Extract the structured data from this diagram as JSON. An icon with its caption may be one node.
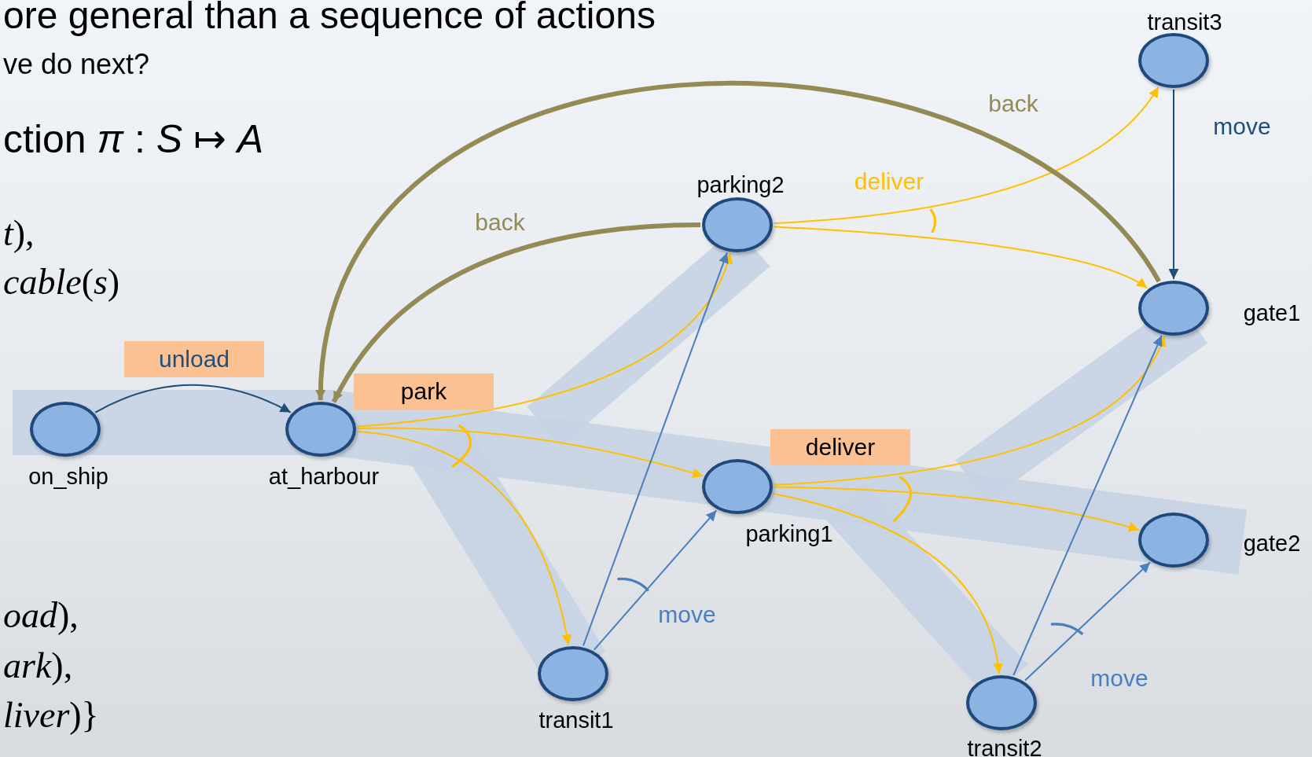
{
  "diagram": {
    "nodes": [
      {
        "text": [
          "on_ship"
        ]
      },
      {
        "text": [
          "at_harbour"
        ]
      },
      {
        "text": [
          "parking2"
        ]
      },
      {
        "text": [
          "parking1"
        ]
      },
      {
        "text": [
          "transit1"
        ]
      },
      {
        "text": [
          "transit2"
        ]
      },
      {
        "text": [
          "transit3"
        ]
      },
      {
        "text": [
          "gate1"
        ]
      },
      {
        "text": [
          "gate2"
        ]
      }
    ],
    "edges": [
      {
        "from": 0,
        "to": 1,
        "arrow": "to",
        "label": "unload",
        "color": "#1f4e79"
      },
      {
        "from": 1,
        "to": 2,
        "arrow": "to"
      },
      {
        "from": 1,
        "to": 3,
        "arrow": "to",
        "label": "park"
      },
      {
        "from": 1,
        "to": 4,
        "arrow": "to"
      },
      {
        "from": 4,
        "to": 2,
        "arrow": "to",
        "color": "#4a7ebf"
      },
      {
        "from": 4,
        "to": 3,
        "arrow": "to",
        "label": "move",
        "color": "#4a7ebf"
      },
      {
        "from": 2,
        "to": 6,
        "arrow": "to",
        "label": "deliver"
      },
      {
        "from": 2,
        "to": 7,
        "arrow": "to"
      },
      {
        "from": 2,
        "to": 1,
        "arrow": "to",
        "label": "back",
        "style": "thick",
        "color": "#948a54"
      },
      {
        "from": 7,
        "to": 1,
        "arrow": "to",
        "label": "back",
        "style": "thick",
        "color": "#948a54"
      },
      {
        "from": 6,
        "to": 7,
        "arrow": "to",
        "label": "move",
        "color": "#1f4e79"
      },
      {
        "from": 3,
        "to": 7,
        "arrow": "to"
      },
      {
        "from": 3,
        "to": 8,
        "arrow": "to",
        "label": "deliver"
      },
      {
        "from": 3,
        "to": 5,
        "arrow": "to"
      },
      {
        "from": 5,
        "to": 7,
        "arrow": "to",
        "color": "#4a7ebf"
      },
      {
        "from": 5,
        "to": 8,
        "arrow": "to",
        "label": "move",
        "color": "#4a7ebf"
      }
    ],
    "labels": [
      "ore general than a sequence of actions",
      "ve do next?",
      "ction *π* : *S* ↦ *A*",
      "*t*),",
      "*cable*(*s*)",
      "*oad*),",
      "*ark*),",
      "*liver*)}"
    ]
  }
}
